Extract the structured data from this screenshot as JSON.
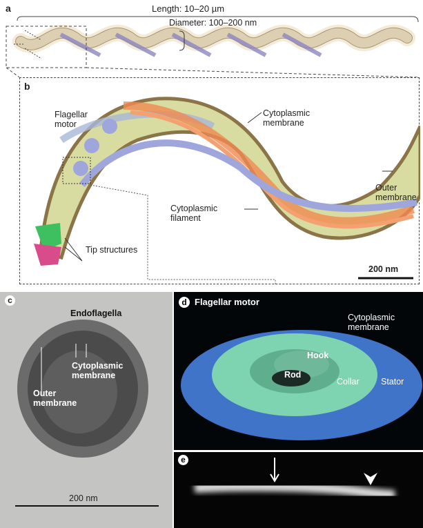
{
  "panel_a": {
    "letter": "a",
    "length_label": "Length: 10–20 µm",
    "diameter_label": "Diameter: 100–200 nm"
  },
  "panel_b": {
    "letter": "b",
    "flagellar_motor": "Flagellar motor",
    "cytoplasmic_membrane": "Cytoplasmic membrane",
    "outer_membrane": "Outer membrane",
    "cytoplasmic_filament": "Cytoplasmic filament",
    "tip_structures": "Tip structures",
    "scale": "200 nm"
  },
  "panel_c": {
    "letter": "c",
    "endoflagella": "Endoflagella",
    "cytoplasmic_membrane": "Cytoplasmic membrane",
    "outer_membrane": "Outer membrane",
    "scale": "200 nm"
  },
  "panel_d": {
    "letter": "d",
    "title": "Flagellar motor",
    "cytoplasmic_membrane": "Cytoplasmic membrane",
    "hook": "Hook",
    "rod": "Rod",
    "collar": "Collar",
    "stator": "Stator"
  },
  "panel_e": {
    "letter": "e"
  },
  "colors": {
    "cell_body": "#e9dcc2",
    "filament": "#f08a50",
    "motor": "#9ea6dc",
    "stator": "#3f74c8",
    "collar": "#7ed3b0"
  }
}
